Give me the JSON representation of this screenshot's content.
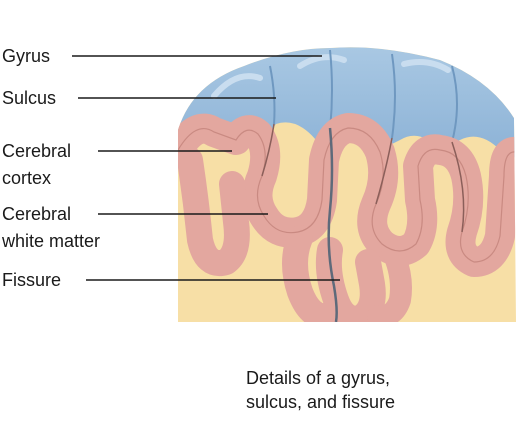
{
  "labels": {
    "gyrus": "Gyrus",
    "sulcus": "Sulcus",
    "cortex_line1": "Cerebral",
    "cortex_line2": "cortex",
    "white_line1": "Cerebral",
    "white_line2": "white matter",
    "fissure": "Fissure"
  },
  "caption": {
    "line1": "Details of a gyrus,",
    "line2": "sulcus, and fissure"
  },
  "colors": {
    "meninges_blue": "#9dbfdc",
    "cortex_pink": "#e3a79f",
    "white_matter": "#f7dfa6",
    "leader_line": "#1a1a1a"
  }
}
